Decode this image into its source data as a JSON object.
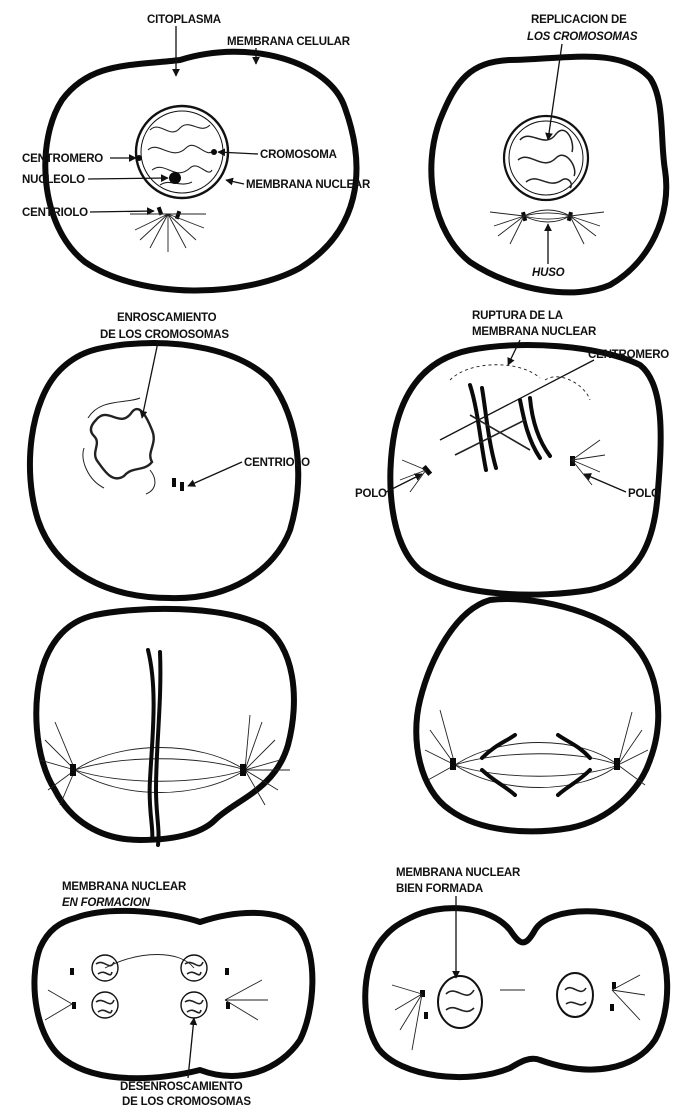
{
  "labels": {
    "citoplasma": "CITOPLASMA",
    "membrana_celular": "MEMBRANA CELULAR",
    "centromero": "CENTROMERO",
    "cromosoma": "CROMOSOMA",
    "nucleolo": "NUCLEOLO",
    "membrana_nuclear": "MEMBRANA NUCLEAR",
    "centriolo": "CENTRIOLO",
    "replicacion_1": "REPLICACION DE",
    "replicacion_2": "LOS CROMOSOMAS",
    "huso": "HUSO",
    "enroscamiento_1": "ENROSCAMIENTO",
    "enroscamiento_2": "DE LOS CROMOSOMAS",
    "centriolo_2": "CENTRIOLO",
    "ruptura_1": "RUPTURA DE LA",
    "ruptura_2": "MEMBRANA NUCLEAR",
    "centromero_2": "CENTROMERO",
    "polo_left": "POLO",
    "polo_right": "POLO",
    "mem_formacion_1": "MEMBRANA NUCLEAR",
    "mem_formacion_2": "EN FORMACION",
    "mem_formada_1": "MEMBRANA NUCLEAR",
    "mem_formada_2": "BIEN FORMADA",
    "desenroscamiento_1": "DESENROSCAMIENTO",
    "desenroscamiento_2": "DE LOS CROMOSOMAS"
  }
}
